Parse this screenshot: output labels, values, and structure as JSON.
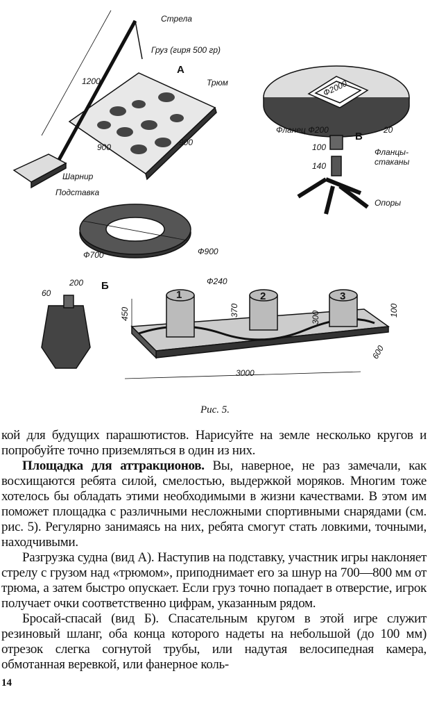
{
  "figure": {
    "caption": "Рис. 5.",
    "labels": {
      "strela": "Стрела",
      "gruz": "Груз (гиря 500 гр)",
      "view_a": "А",
      "tryum": "Трюм",
      "dim_1200": "1200",
      "dim_900a": "900",
      "dim_900b": "900",
      "sharnir": "Шарнир",
      "podstavka": "Подставка",
      "d2000": "Ф2000",
      "flanets": "Фланец Ф200",
      "view_v": "В",
      "dim_20": "20",
      "dim_100": "100",
      "dim_140": "140",
      "flantsy": "Фланцы-",
      "stakany": "стаканы",
      "opory": "Опоры",
      "d700": "Ф700",
      "d900": "Ф900",
      "dim_200": "200",
      "dim_60": "60",
      "view_b": "Б",
      "d240": "Ф240",
      "dim_450": "450",
      "dim_370": "370",
      "dim_300": "300",
      "dim_100b": "100",
      "dim_600": "600",
      "dim_3000": "3000",
      "can1": "1",
      "can2": "2",
      "can3": "3"
    }
  },
  "body": {
    "p1": "кой для будущих парашютистов. Нарисуйте на земле несколько кругов и попробуйте точно приземляться в один из них.",
    "p2_head": "Площадка для аттракционов.",
    "p2": " Вы, наверное, не раз замечали, как восхищаются ребята силой, смелостью, выдержкой моряков. Многим тоже хотелось бы обладать этими необходимыми в жизни качествами. В этом им поможет площадка с различными несложными спортивными снарядами (см. рис. 5). Регулярно занимаясь на них, ребята смогут стать ловкими, точными, находчивыми.",
    "p3": "Разгрузка судна (вид А). Наступив на подставку, участник игры наклоняет стрелу с грузом над «трюмом», приподнимает его за шнур на 700—800 мм от трюма, а затем быстро опускает. Если груз точно попадает в отверстие, игрок получает очки соответственно цифрам, указанным рядом.",
    "p4": "Бросай-спасай (вид Б). Спасательным кругом в этой игре служит резиновый шланг, оба конца которого надеты на небольшой (до 100 мм) отрезок слегка согнутой трубы, или надутая велосипедная камера, обмотанная веревкой, или фанерное коль-"
  },
  "page_number": "14"
}
